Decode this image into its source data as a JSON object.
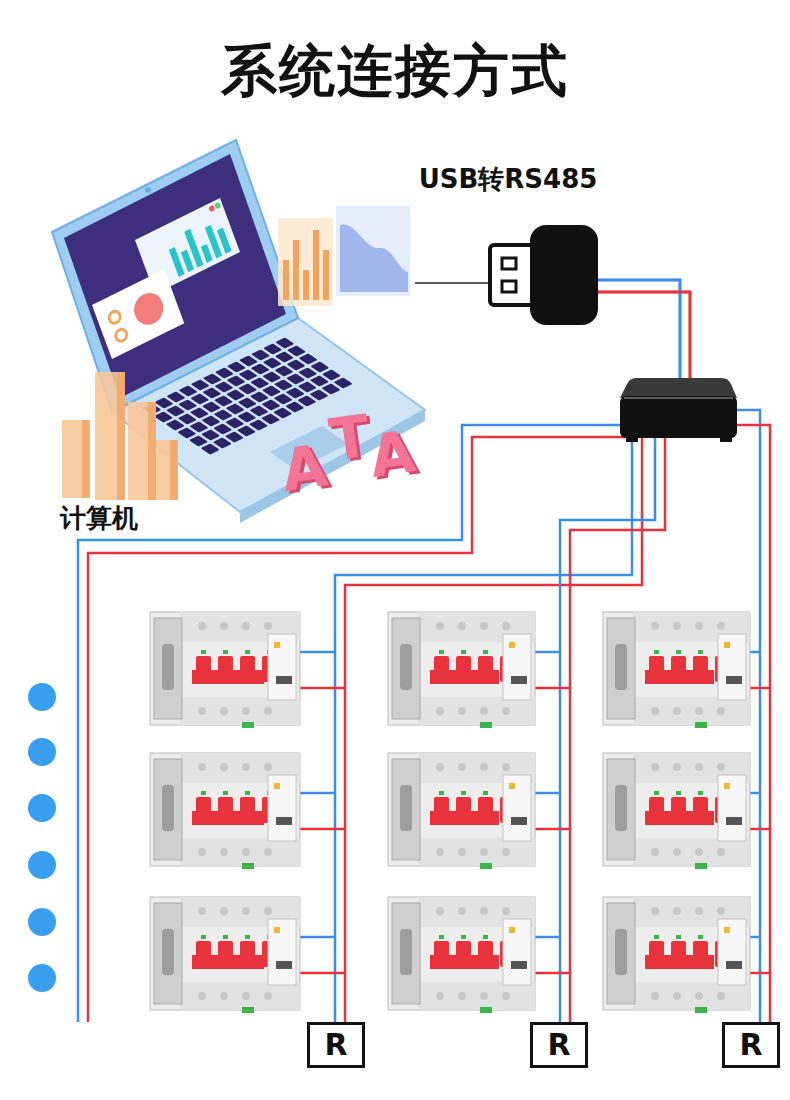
{
  "diagram": {
    "title": "系统连接方式",
    "nodes": [
      {
        "text": [
          "计算机"
        ]
      },
      {
        "text": [
          "USB转RS485"
        ]
      },
      {
        "text": [
          "R"
        ]
      },
      {
        "text": [
          "R"
        ]
      },
      {
        "text": [
          "R"
        ]
      }
    ],
    "edges": [
      {
        "from": 0,
        "to": 1,
        "arrow": "none"
      },
      {
        "from": 1,
        "to": 2,
        "arrow": "none"
      },
      {
        "from": 1,
        "to": 3,
        "arrow": "none"
      },
      {
        "from": 1,
        "to": 4,
        "arrow": "none"
      }
    ],
    "labels": [
      "A",
      "T",
      "A"
    ]
  }
}
